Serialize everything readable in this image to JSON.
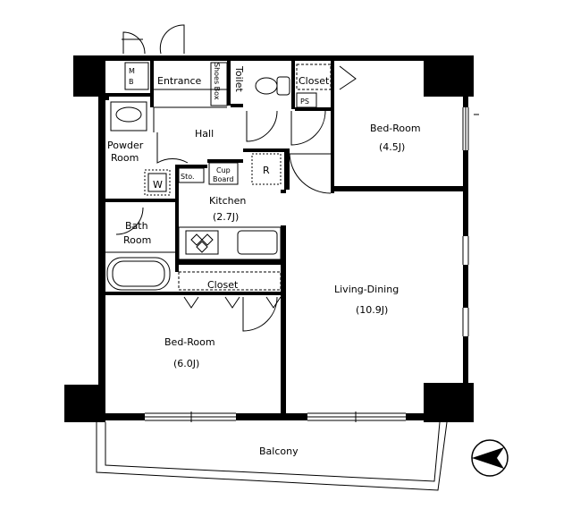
{
  "rooms": {
    "mb": "M\nB",
    "entrance": "Entrance",
    "shoes_box": "Shoes Box",
    "toilet": "Toilet",
    "closet_top": "Closet",
    "ps": "PS",
    "hall": "Hall",
    "powder_room_1": "Powder",
    "powder_room_2": "Room",
    "washer": "W",
    "storage": "Sto.",
    "cup_board_1": "Cup",
    "cup_board_2": "Board",
    "refrigerator": "R",
    "bed_room_small": "Bed-Room",
    "bed_room_small_size": "(4.5J)",
    "kitchen": "Kitchen",
    "kitchen_size": "(2.7J)",
    "bath_room_1": "Bath",
    "bath_room_2": "Room",
    "closet_mid": "Closet",
    "living_dining": "Living-Dining",
    "living_dining_size": "(10.9J)",
    "bed_room_large": "Bed-Room",
    "bed_room_large_size": "(6.0J)",
    "balcony": "Balcony"
  },
  "compass_direction": "north-arrow pointing left"
}
